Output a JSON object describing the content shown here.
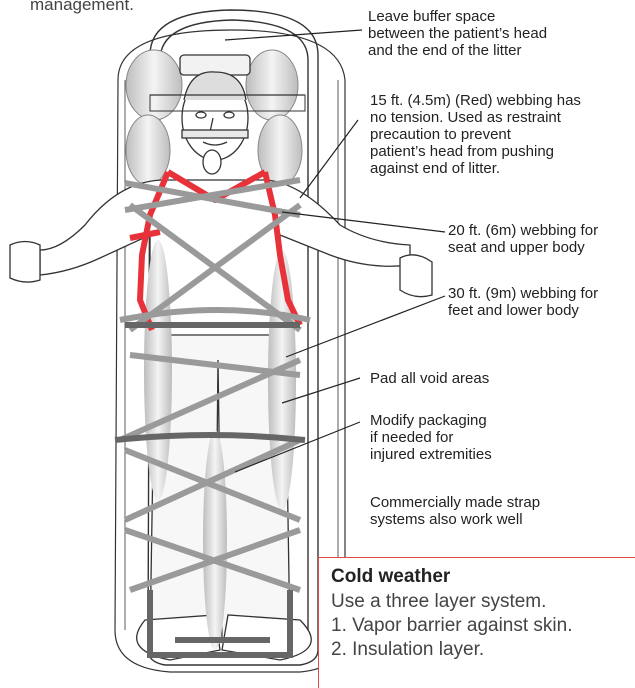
{
  "top_fragment": "management.",
  "callouts": [
    {
      "name": "buffer-space",
      "lines": [
        "Leave buffer space",
        "between the patient’s head",
        "and the end of the litter"
      ]
    },
    {
      "name": "red-webbing",
      "lines": [
        "15 ft. (4.5m) (Red) webbing has",
        "no tension. Used as restraint",
        "precaution to prevent",
        "patient’s head from pushing",
        "against end of litter."
      ]
    },
    {
      "name": "upper-webbing",
      "lines": [
        "20 ft. (6m) webbing for",
        "seat and upper body"
      ]
    },
    {
      "name": "lower-webbing",
      "lines": [
        "30 ft. (9m) webbing for",
        "feet and lower body"
      ]
    },
    {
      "name": "pad-voids",
      "lines": [
        "Pad all void areas"
      ]
    },
    {
      "name": "modify-packaging",
      "lines": [
        "Modify packaging",
        "if needed for",
        "injured extremities"
      ]
    },
    {
      "name": "strap-systems",
      "lines": [
        "Commercially made strap",
        "systems also work well"
      ]
    }
  ],
  "cold_weather": {
    "title": "Cold weather",
    "lines": [
      "Use a three layer system.",
      "1. Vapor barrier against skin.",
      "2. Insulation layer."
    ]
  },
  "colors": {
    "red_webbing": "#e8323a",
    "gray_webbing": "#9a9a9a",
    "dark_strap": "#666666",
    "cold_box_border": "#e04a4a"
  }
}
